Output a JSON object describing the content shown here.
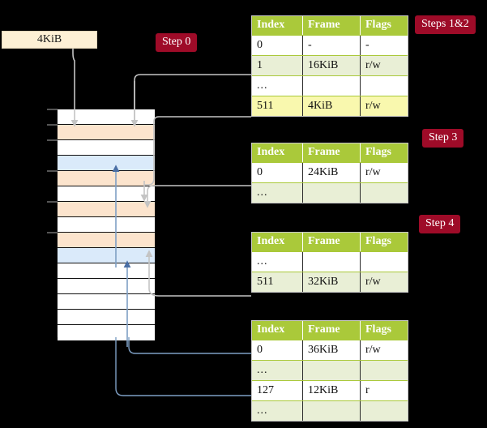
{
  "meta": {
    "colors": {
      "background": "#000000",
      "badge": "#9e0b28",
      "table_header": "#aac93a",
      "table_alt_row": "#e9efd6",
      "table_highlight": "#f9f8ae",
      "page_box": "#fdf0d5",
      "mem_orange": "#fce4cd",
      "mem_blue": "#daeafa",
      "wire_gray": "#c9c9c9",
      "wire_blue": "#7e9fc4"
    }
  },
  "badges": {
    "step0": "Step 0",
    "steps12": "Steps 1&2",
    "step3": "Step 3",
    "step4": "Step 4"
  },
  "page_box": {
    "label": "4KiB"
  },
  "memory_grid": {
    "rows": [
      {
        "fill": "white"
      },
      {
        "fill": "orange"
      },
      {
        "fill": "white"
      },
      {
        "fill": "blue"
      },
      {
        "fill": "orange"
      },
      {
        "fill": "white"
      },
      {
        "fill": "orange"
      },
      {
        "fill": "white"
      },
      {
        "fill": "orange"
      },
      {
        "fill": "blue"
      },
      {
        "fill": "white"
      },
      {
        "fill": "white"
      },
      {
        "fill": "white"
      },
      {
        "fill": "white"
      },
      {
        "fill": "white"
      }
    ],
    "tick_rows": [
      0,
      1,
      2,
      4,
      6,
      8
    ]
  },
  "tables": [
    {
      "id": "table-steps12",
      "headers": [
        "Index",
        "Frame",
        "Flags"
      ],
      "rows": [
        {
          "style": "plain",
          "cells": [
            "0",
            "-",
            "-"
          ]
        },
        {
          "style": "alt",
          "cells": [
            "1",
            "16KiB",
            "r/w"
          ]
        },
        {
          "style": "plain",
          "cells": [
            "...",
            "",
            ""
          ]
        },
        {
          "style": "hl",
          "cells": [
            "511",
            "4KiB",
            "r/w"
          ]
        }
      ]
    },
    {
      "id": "table-step3",
      "headers": [
        "Index",
        "Frame",
        "Flags"
      ],
      "rows": [
        {
          "style": "plain",
          "cells": [
            "0",
            "24KiB",
            "r/w"
          ]
        },
        {
          "style": "alt",
          "cells": [
            "...",
            "",
            ""
          ]
        }
      ]
    },
    {
      "id": "table-step4",
      "headers": [
        "Index",
        "Frame",
        "Flags"
      ],
      "rows": [
        {
          "style": "plain",
          "cells": [
            "...",
            "",
            ""
          ]
        },
        {
          "style": "alt",
          "cells": [
            "511",
            "32KiB",
            "r/w"
          ]
        }
      ]
    },
    {
      "id": "table-final",
      "headers": [
        "Index",
        "Frame",
        "Flags"
      ],
      "rows": [
        {
          "style": "plain",
          "cells": [
            "0",
            "36KiB",
            "r/w"
          ]
        },
        {
          "style": "alt",
          "cells": [
            "...",
            "",
            ""
          ]
        },
        {
          "style": "plain",
          "cells": [
            "127",
            "12KiB",
            "r"
          ]
        },
        {
          "style": "alt",
          "cells": [
            "...",
            "",
            ""
          ]
        }
      ]
    }
  ]
}
